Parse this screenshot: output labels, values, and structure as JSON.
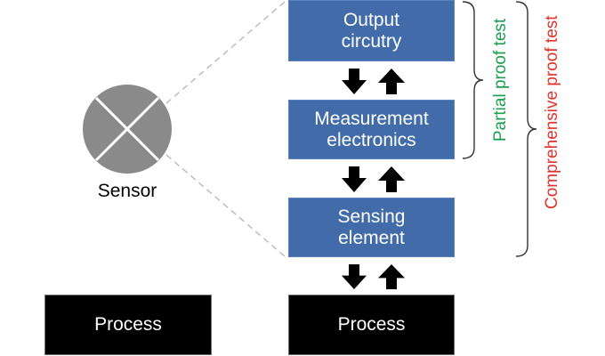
{
  "diagram": {
    "sensor": {
      "label": "Sensor",
      "icon": "sensor-circle-x-icon",
      "color": "#8a8a8a"
    },
    "stack": [
      {
        "id": "output",
        "label": "Output\ncircutry",
        "color": "#416ba9"
      },
      {
        "id": "measurement",
        "label": "Measurement\nelectronics",
        "color": "#416ba9"
      },
      {
        "id": "sensing",
        "label": "Sensing\nelement",
        "color": "#416ba9"
      },
      {
        "id": "process-right",
        "label": "Process",
        "color": "#000000"
      }
    ],
    "process_left": {
      "label": "Process",
      "color": "#000000"
    },
    "arrows": [
      {
        "between": [
          "output",
          "measurement"
        ],
        "icons": [
          "arrow-down-icon",
          "arrow-up-icon"
        ]
      },
      {
        "between": [
          "measurement",
          "sensing"
        ],
        "icons": [
          "arrow-down-icon",
          "arrow-up-icon"
        ]
      },
      {
        "between": [
          "sensing",
          "process-right"
        ],
        "icons": [
          "arrow-down-icon",
          "arrow-up-icon"
        ]
      }
    ],
    "braces": [
      {
        "label": "Partial proof test",
        "color": "#1e9e50",
        "spans": [
          "output",
          "measurement"
        ]
      },
      {
        "label": "Comprehensive proof test",
        "color": "#e0332b",
        "spans": [
          "output",
          "measurement",
          "sensing"
        ]
      }
    ]
  }
}
